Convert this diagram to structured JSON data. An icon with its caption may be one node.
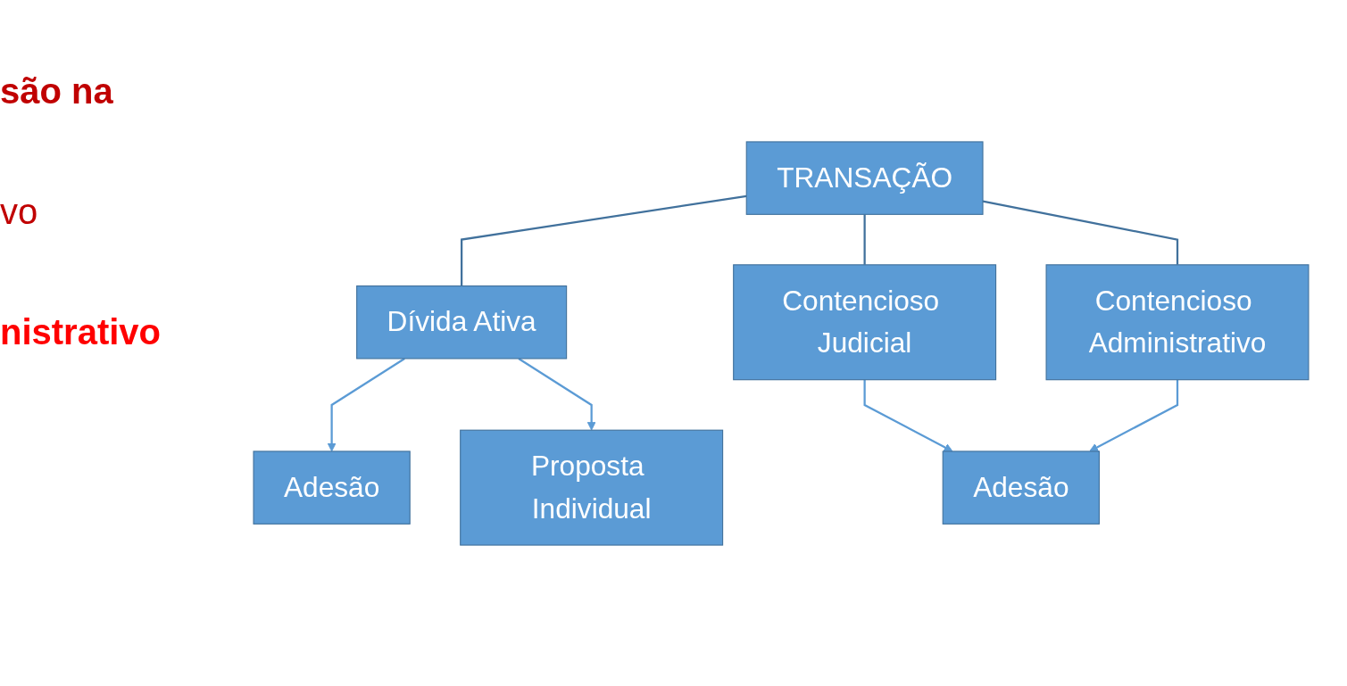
{
  "diagram": {
    "nodes": [
      {
        "text": [
          "TRANSAÇÃO"
        ]
      },
      {
        "text": [
          "Dívida Ativa"
        ]
      },
      {
        "text": [
          "Contencioso Judicial"
        ]
      },
      {
        "text": [
          "Contencioso Administrativo"
        ]
      },
      {
        "text": [
          "Adesão"
        ]
      },
      {
        "text": [
          "Proposta Individual"
        ]
      },
      {
        "text": [
          "Adesão"
        ]
      }
    ],
    "edges": [
      {
        "from": 0,
        "to": 1,
        "arrow": "none"
      },
      {
        "from": 0,
        "to": 2,
        "arrow": "none"
      },
      {
        "from": 0,
        "to": 3,
        "arrow": "none"
      },
      {
        "from": 1,
        "to": 4,
        "arrow": "to"
      },
      {
        "from": 1,
        "to": 5,
        "arrow": "to"
      },
      {
        "from": 2,
        "to": 6,
        "arrow": "to"
      },
      {
        "from": 3,
        "to": 6,
        "arrow": "to"
      }
    ],
    "labels": [
      "são na",
      "vo",
      "nistrativo"
    ]
  }
}
